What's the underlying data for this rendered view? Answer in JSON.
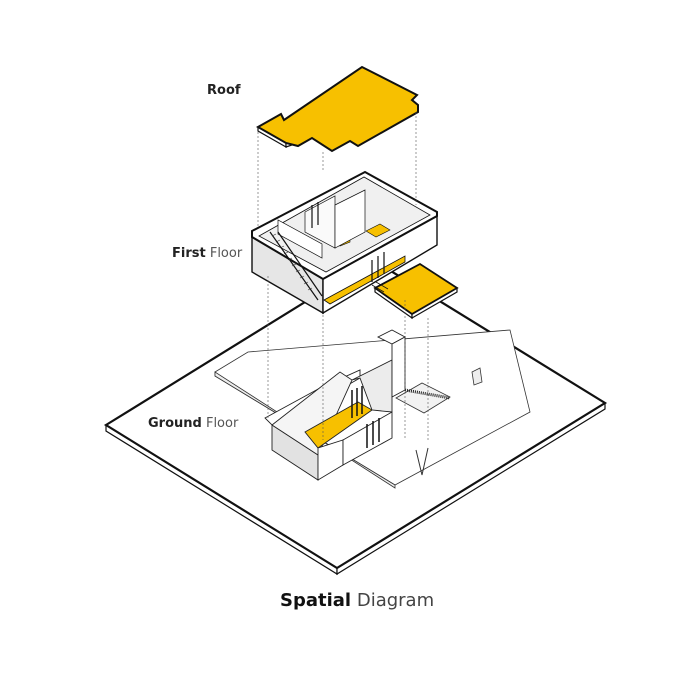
{
  "labels": {
    "roof": "Roof",
    "first_floor_bold": "First",
    "first_floor_light": "Floor",
    "ground_floor_bold": "Ground",
    "ground_floor_light": "Floor"
  },
  "title": {
    "bold": "Spatial",
    "light": "Diagram"
  },
  "colors": {
    "accent": "#F7C000",
    "wall": "#E4E4E4",
    "line": "#111111"
  }
}
